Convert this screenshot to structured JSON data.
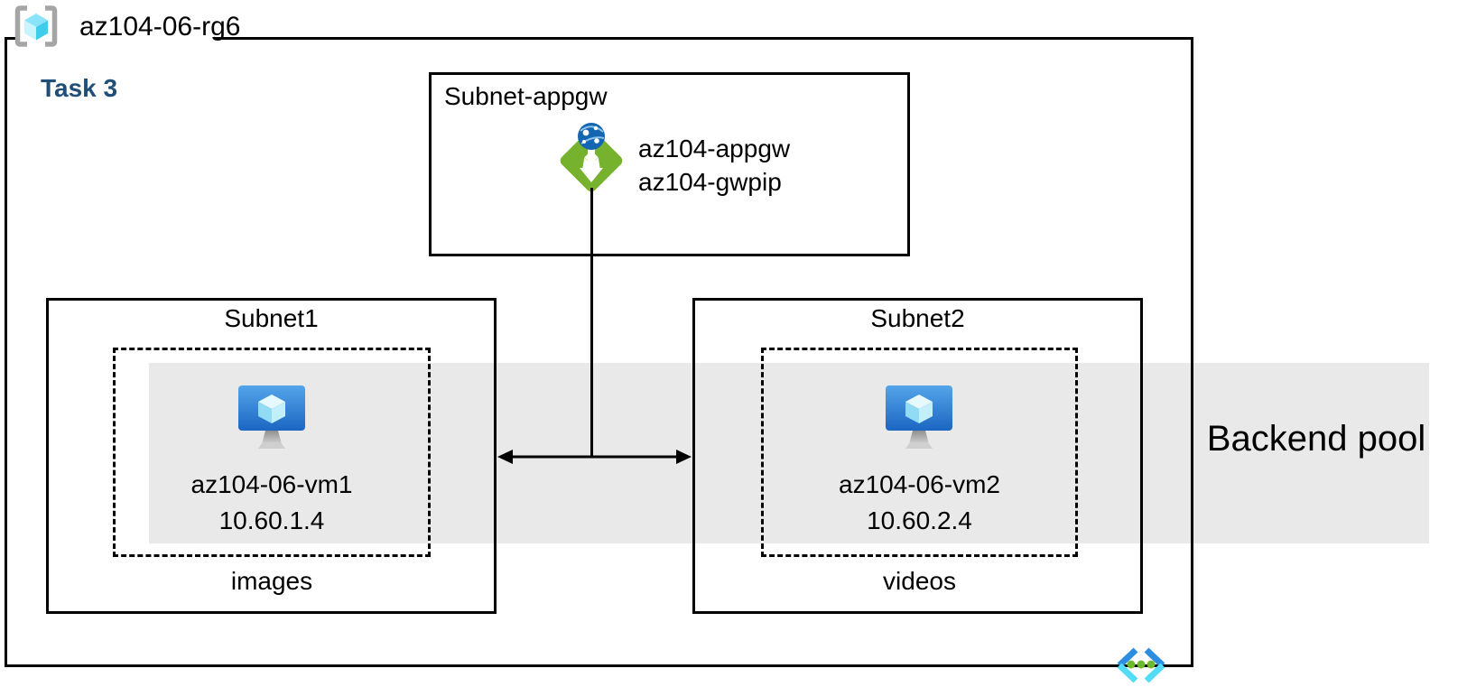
{
  "resource_group": {
    "name": "az104-06-rg6"
  },
  "task": {
    "label": "Task 3"
  },
  "appgw_subnet": {
    "title": "Subnet-appgw",
    "gateway_name": "az104-appgw",
    "public_ip_name": "az104-gwpip"
  },
  "subnets": [
    {
      "title": "Subnet1",
      "vm_name": "az104-06-vm1",
      "vm_ip": "10.60.1.4",
      "caption": "images"
    },
    {
      "title": "Subnet2",
      "vm_name": "az104-06-vm2",
      "vm_ip": "10.60.2.4",
      "caption": "videos"
    }
  ],
  "backend_pool": {
    "label": "Backend pool"
  },
  "icons": {
    "resource_group": "resource-group-icon",
    "application_gateway": "application-gateway-icon",
    "virtual_machine": "virtual-machine-icon",
    "virtual_network": "virtual-network-icon"
  },
  "colors": {
    "task_label_blue": "#1f4e79",
    "backend_pool_band_gray": "#e9e9e9",
    "appgw_green": "#76b22d",
    "appgw_globe_blue": "#1566b0",
    "vm_screen_blue_top": "#54a5ea",
    "vm_screen_blue_bottom": "#1b66c2",
    "cube_cyan_light": "#c9f4fd",
    "cube_cyan_mid": "#8ae3f8",
    "cube_cyan_dark": "#3fcdea",
    "vnet_chevron_blue": "#2b8ce0",
    "vnet_chevron_cyan": "#54dcf7",
    "vnet_dot_green": "#6fba2c",
    "bracket_gray": "#a5a5a5",
    "line_black": "#000000"
  }
}
